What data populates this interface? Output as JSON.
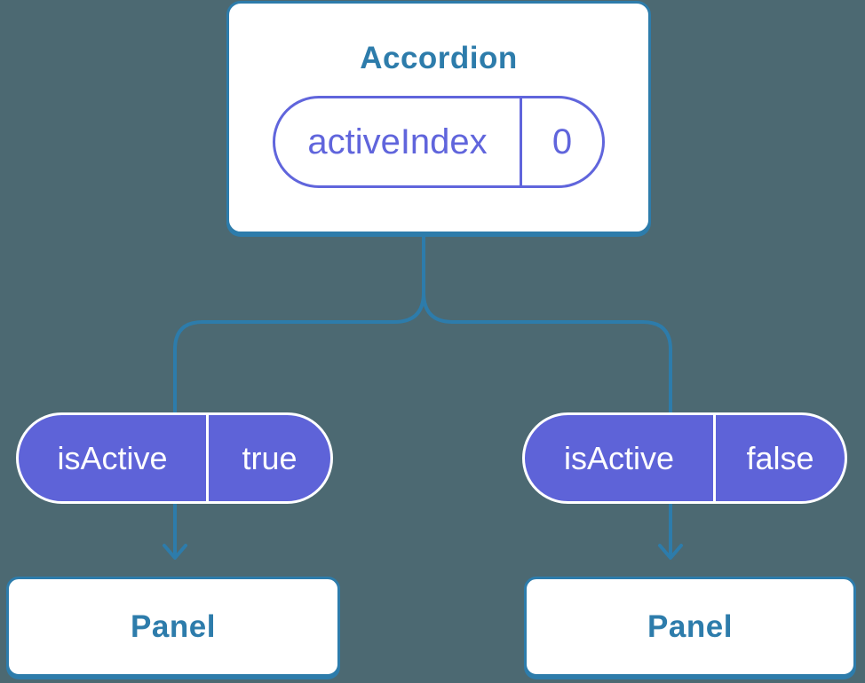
{
  "diagram": {
    "root": {
      "title": "Accordion",
      "prop": {
        "name": "activeIndex",
        "value": "0"
      }
    },
    "children": [
      {
        "prop": {
          "name": "isActive",
          "value": "true"
        },
        "node": "Panel"
      },
      {
        "prop": {
          "name": "isActive",
          "value": "false"
        },
        "node": "Panel"
      }
    ],
    "colors": {
      "background": "#4c6972",
      "line_blue": "#2d7cab",
      "pill_fill_purple": "#5e63d8",
      "pill_accent_purple": "#6065dc",
      "card_background": "#ffffff",
      "pill_text_white": "#ffffff"
    }
  }
}
